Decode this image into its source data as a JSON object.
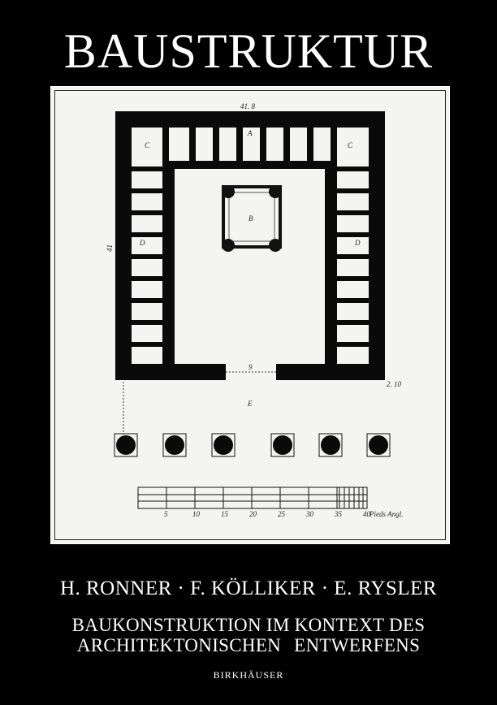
{
  "title": "BAUSTRUKTUR",
  "authors": "H. RONNER · F. KÖLLIKER · E. RYSLER",
  "subtitle_line1": "BAUKONSTRUKTION IM KONTEXT DES",
  "subtitle_line2": "ARCHITEKTONISCHEN   ENTWERFENS",
  "publisher": "BIRKHÄUSER",
  "plan": {
    "labels": {
      "a": "A",
      "b": "B",
      "c": "C",
      "d": "D",
      "e": "E"
    },
    "dimensions": {
      "top": "41. 8",
      "side": "41",
      "gap": "9",
      "corner": "2. 10"
    },
    "scale_ticks": [
      "5",
      "10",
      "15",
      "20",
      "25",
      "30",
      "35",
      "40"
    ],
    "scale_unit": "Pieds Angl."
  }
}
